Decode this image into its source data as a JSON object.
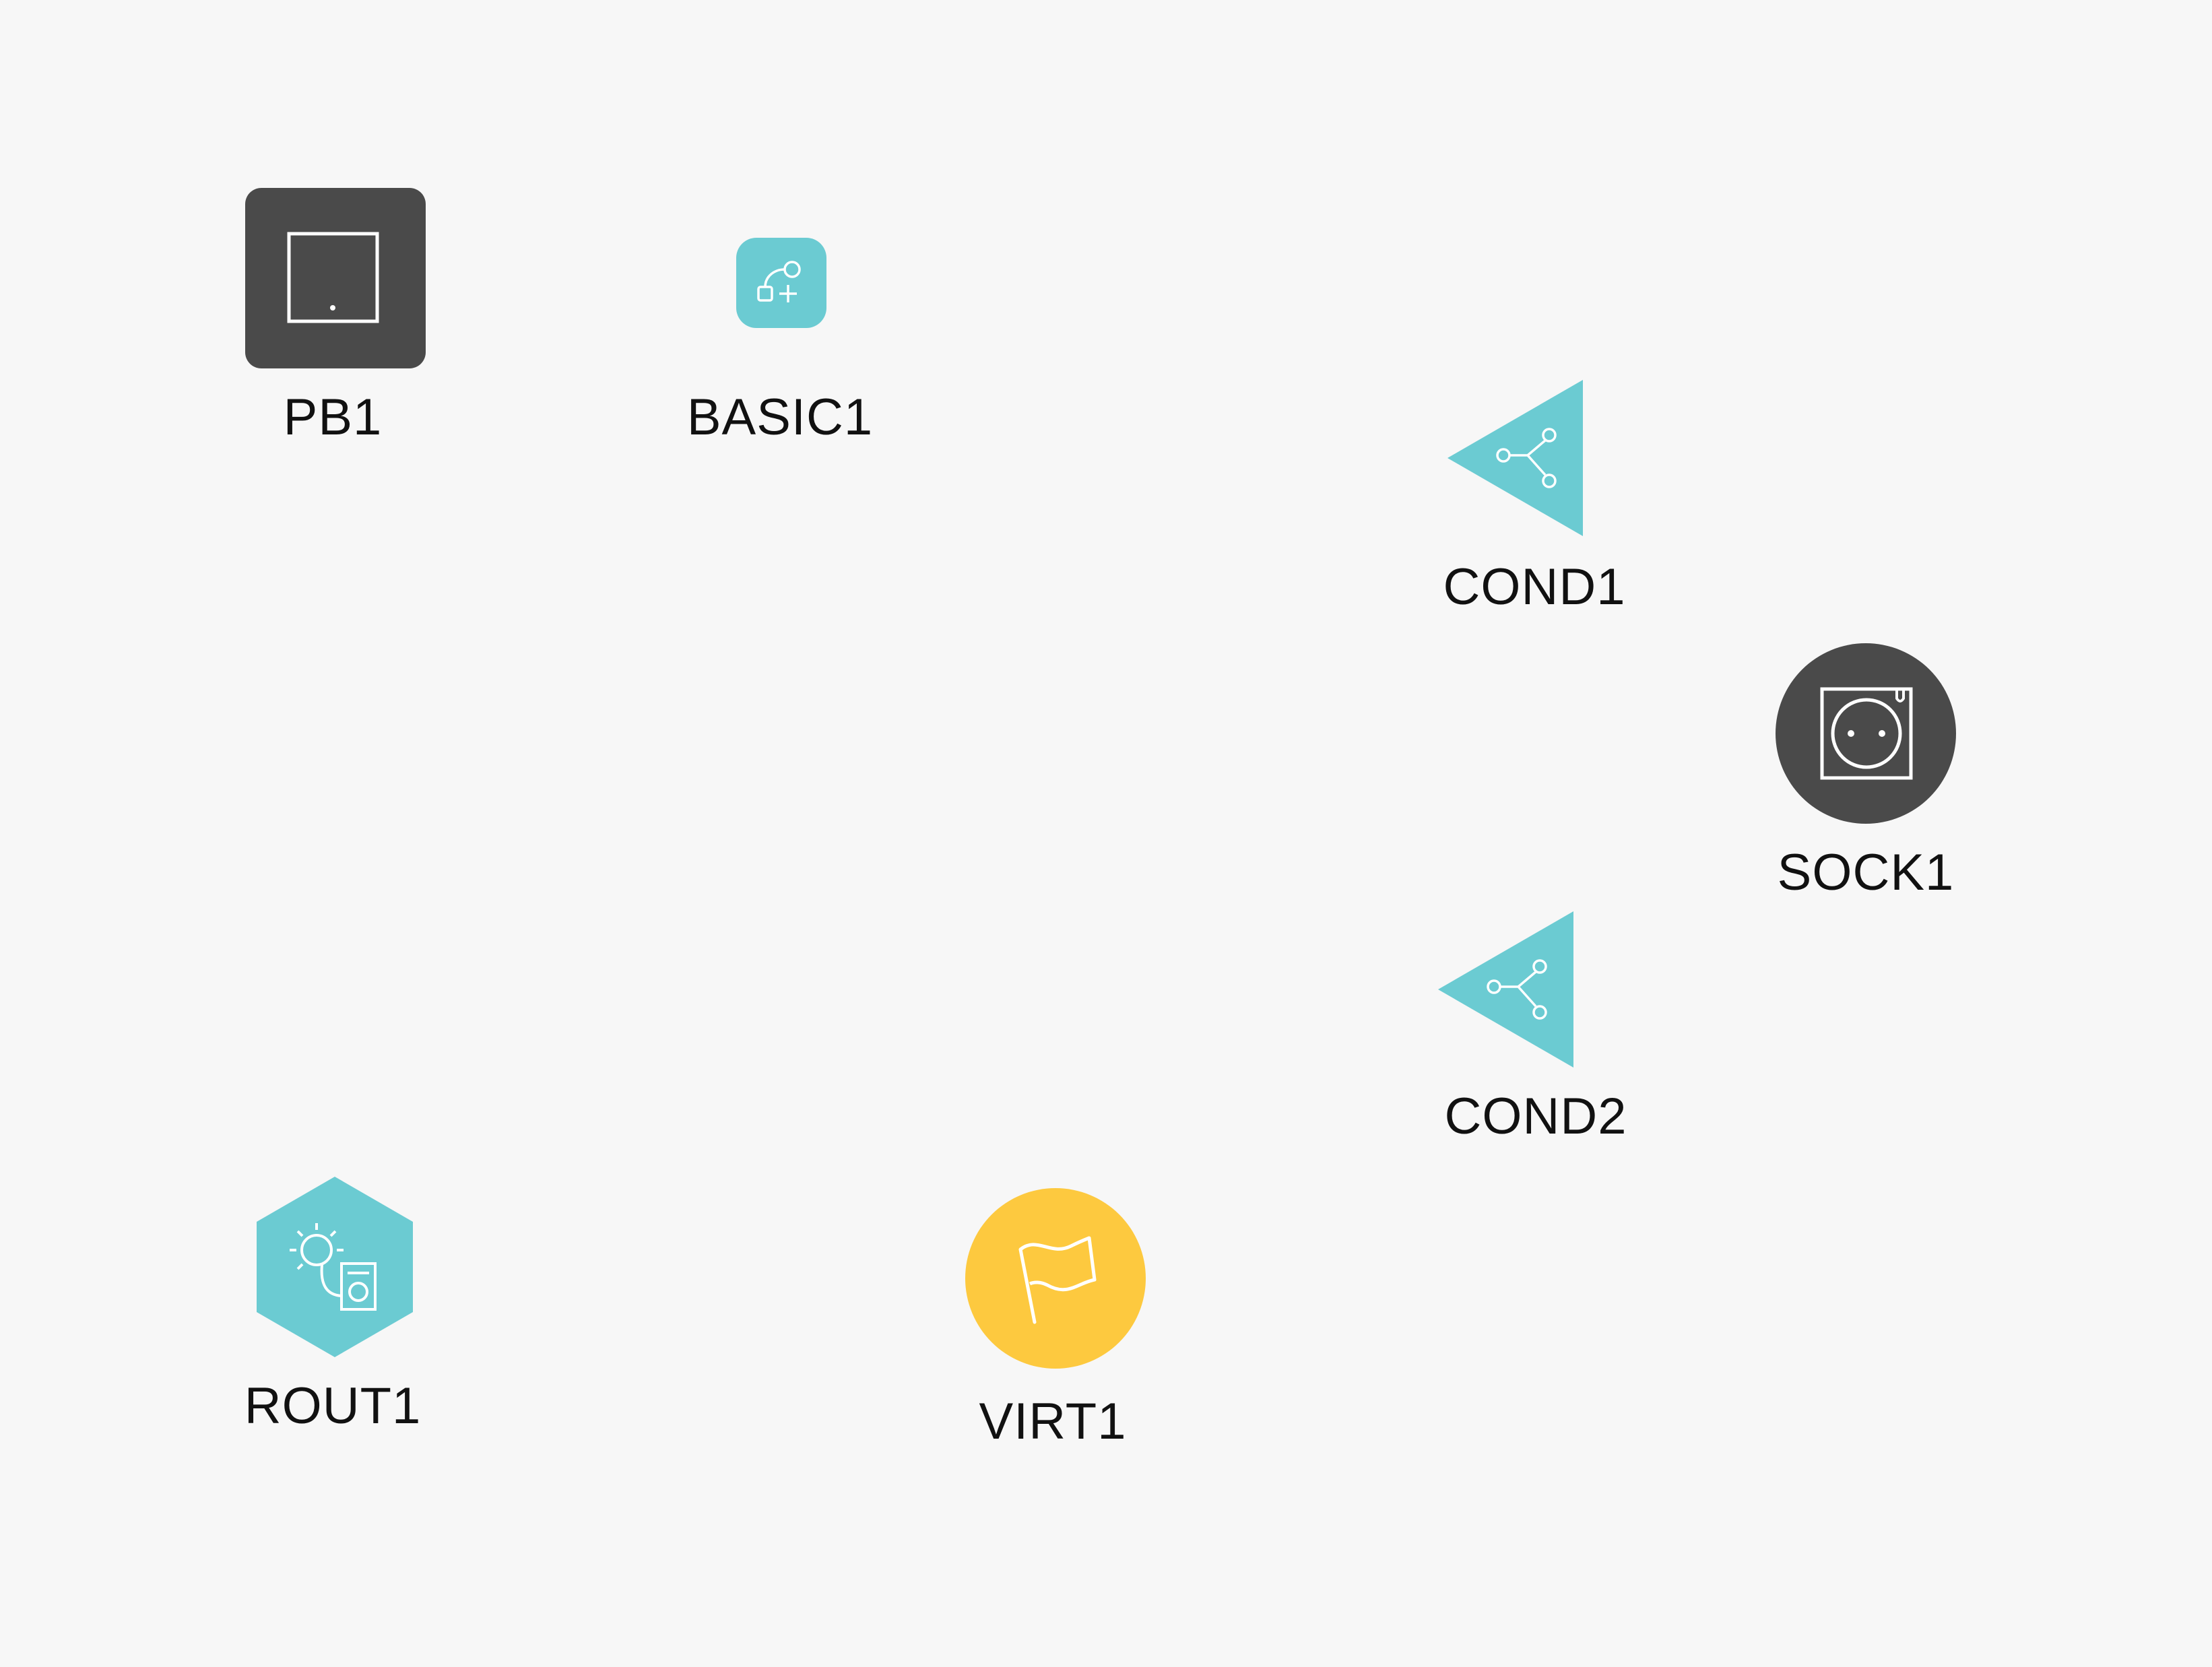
{
  "colors": {
    "background": "#f7f7f7",
    "dark_device": "#4a4a4a",
    "teal_logic": "#6bcbd2",
    "yellow_virtual": "#fdc93f",
    "icon_stroke": "#ffffff",
    "label_text": "#111111"
  },
  "nodes": {
    "pb1": {
      "label": "PB1",
      "shape": "rounded-square",
      "icon": "push-button-icon"
    },
    "basic1": {
      "label": "BASIC1",
      "shape": "rounded-square",
      "icon": "shapes-plus-icon"
    },
    "cond1": {
      "label": "COND1",
      "shape": "triangle",
      "icon": "branch-icon"
    },
    "sock1": {
      "label": "SOCK1",
      "shape": "circle",
      "icon": "socket-icon"
    },
    "cond2": {
      "label": "COND2",
      "shape": "triangle",
      "icon": "branch-icon"
    },
    "rout1": {
      "label": "ROUT1",
      "shape": "hexagon",
      "icon": "sun-appliance-icon"
    },
    "virt1": {
      "label": "VIRT1",
      "shape": "circle",
      "icon": "flag-icon"
    }
  }
}
